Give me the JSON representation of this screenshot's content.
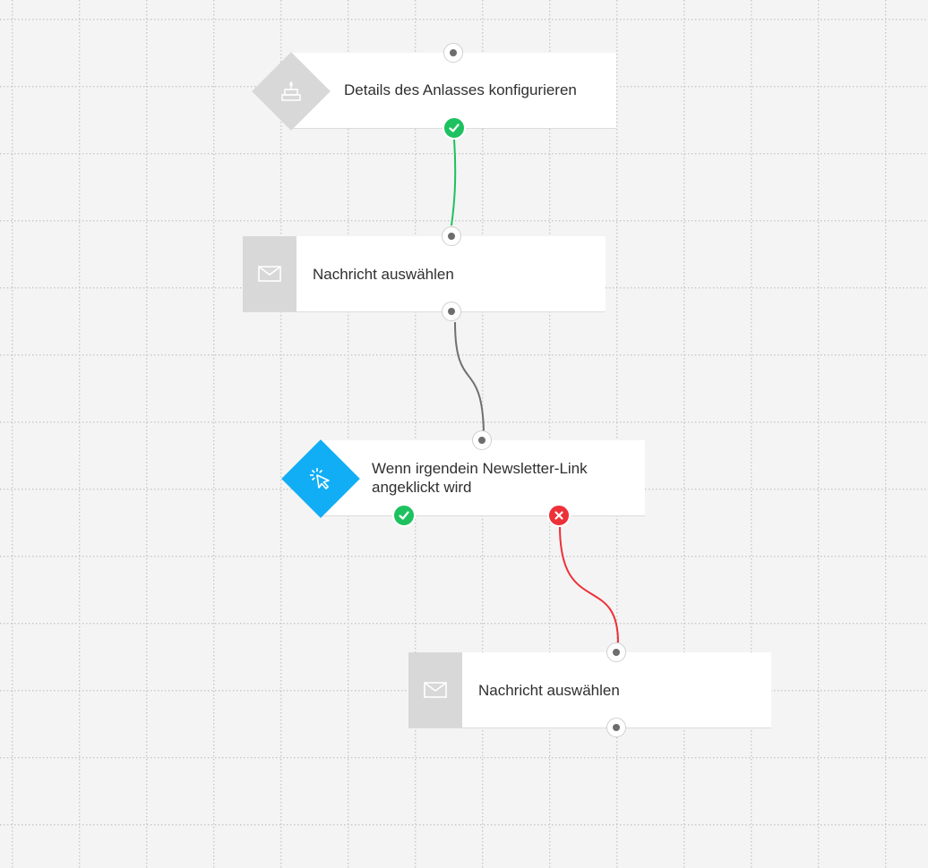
{
  "canvas": {
    "background": "#f4f4f4",
    "grid_color": "#cfcfcf"
  },
  "colors": {
    "success": "#1ec15f",
    "failure": "#ee3038",
    "default_connector": "#707070",
    "trigger_accent": "#11aef5",
    "neutral_icon_bg": "#d8d8d8"
  },
  "nodes": [
    {
      "id": "occasion",
      "label": "Details des Anlasses konfigurieren",
      "icon": "birthday-cake-icon",
      "shape": "diamond"
    },
    {
      "id": "message1",
      "label": "Nachricht auswählen",
      "icon": "envelope-icon",
      "shape": "square"
    },
    {
      "id": "condition",
      "label_line1": "Wenn irgendein Newsletter-Link",
      "label_line2": "angeklickt wird",
      "icon": "cursor-click-icon",
      "shape": "diamond"
    },
    {
      "id": "message2",
      "label": "Nachricht auswählen",
      "icon": "envelope-icon",
      "shape": "square"
    }
  ],
  "connections": [
    {
      "from": "occasion",
      "to": "message1",
      "type": "success"
    },
    {
      "from": "message1",
      "to": "condition",
      "type": "default"
    },
    {
      "from": "condition",
      "to": "message2",
      "type": "failure"
    }
  ]
}
